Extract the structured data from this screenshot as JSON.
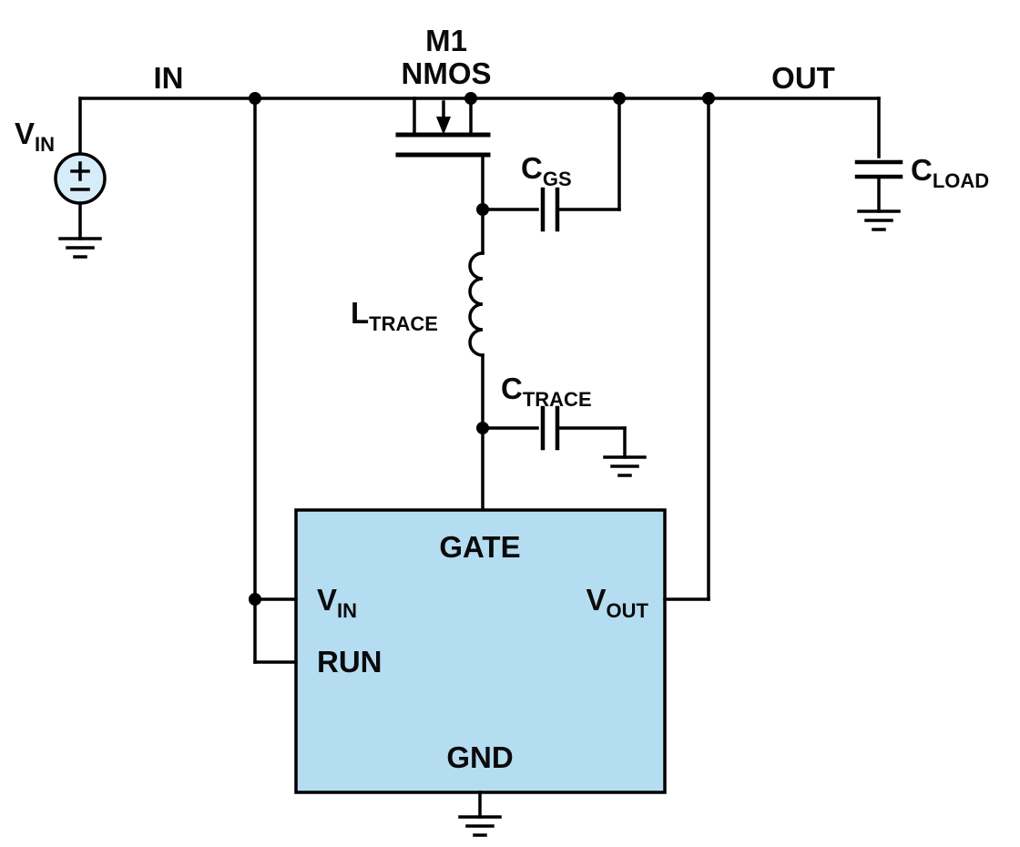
{
  "colors": {
    "wire": "#000000",
    "ic_fill": "#b5ddf1",
    "ic_stroke": "#000000",
    "source_fill": "#d6ecf8",
    "text": "#0a0a0a"
  },
  "labels": {
    "vin_source": {
      "main": "V",
      "sub": "IN"
    },
    "in_node": "IN",
    "out_node": "OUT",
    "m1_name": "M1",
    "m1_type": "NMOS",
    "cgs": {
      "main": "C",
      "sub": "GS"
    },
    "ltrace": {
      "main": "L",
      "sub": "TRACE"
    },
    "ctrace": {
      "main": "C",
      "sub": "TRACE"
    },
    "cload": {
      "main": "C",
      "sub": "LOAD"
    }
  },
  "ic": {
    "pins": {
      "gate": "GATE",
      "vin": {
        "main": "V",
        "sub": "IN"
      },
      "run": "RUN",
      "vout": {
        "main": "V",
        "sub": "OUT"
      },
      "gnd": "GND"
    }
  }
}
